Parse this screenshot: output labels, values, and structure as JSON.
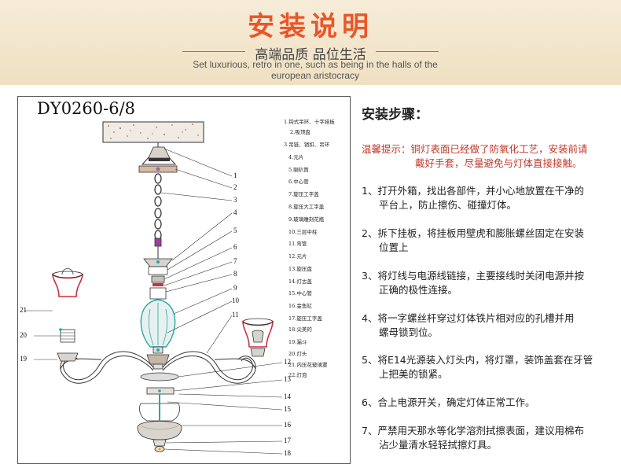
{
  "header": {
    "title": "安装说明",
    "subtitle_cn": "高端品质  品位生活",
    "subtitle_en_1": "Set luxurious, retro in one, such as being in the halls of the",
    "subtitle_en_2": "european aristocracy"
  },
  "diagram": {
    "model": "DY0260-6/8",
    "parts": [
      "1.钩式吊环、十字挂板",
      "2.吸顶盘",
      "3.吊链、销扣、吊环",
      "4.元片",
      "5.喇叭筒",
      "6.中心管",
      "7.旋压工字盖",
      "8.旋压大工字盖",
      "9.玻璃雕刻花瓶",
      "10.三层中柱",
      "11.弯管",
      "12.元片",
      "13.旋压盘",
      "14.灯古盖",
      "15.中心管",
      "16.金鱼缸",
      "17.旋压工字盖",
      "18.尖美的",
      "19.漏斗",
      "20.灯头",
      "21.内压花玻璃罩",
      "22.灯泡"
    ],
    "callouts_right": [
      "1",
      "2",
      "3",
      "4",
      "5",
      "6",
      "7",
      "8",
      "9",
      "10",
      "11",
      "12",
      "13",
      "14",
      "15",
      "16",
      "17",
      "18"
    ],
    "callouts_left": [
      "21",
      "20",
      "19"
    ]
  },
  "steps": {
    "title": "安装步骤：",
    "tip_1": "温馨提示：铜灯表面已经做了防氧化工艺，安装前请",
    "tip_2": "戴好手套，尽量避免与灯体直接接触。",
    "items": [
      {
        "l1": "1、打开外箱，找出各部件，并小心地放置在干净的",
        "l2": "平台上，防止擦伤、碰撞灯体。"
      },
      {
        "l1": "2、拆下挂板，将挂板用壁虎和膨胀螺丝固定在安装",
        "l2": "位置上"
      },
      {
        "l1": "3、将灯线与电源线链接，主要接线时关闭电源并按",
        "l2": "正确的极性连接。"
      },
      {
        "l1": "4、将一字螺丝杆穿过灯体铁片相对应的孔槽并用",
        "l2": "螺母锁到位。"
      },
      {
        "l1": "5、将E14光源装入灯头内，将灯罩，装饰盖套在牙管",
        "l2": "上把美的锁紧。"
      },
      {
        "l1": "6、合上电源开关，确定灯体正常工作。",
        "l2": ""
      },
      {
        "l1": "7、严禁用天那水等化学溶剂拭擦表面，建议用棉布",
        "l2": "沾少量清水轻轻拭擦灯具。"
      }
    ]
  },
  "colors": {
    "accent": "#e8572a",
    "tip": "#c0392b",
    "header_bg": "#f3e6cc",
    "glass_red": "#d0303a",
    "glass_teal": "#2aa7a3"
  }
}
